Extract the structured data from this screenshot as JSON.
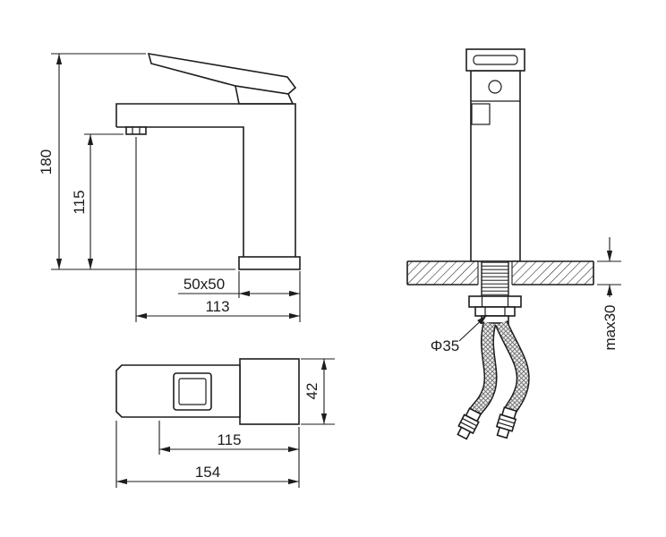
{
  "page": {
    "background": "#ffffff",
    "line_color": "#1d1d1d"
  },
  "views": {
    "side_view": "faucet side elevation",
    "front_view": "faucet front elevation with countertop installation",
    "top_view": "faucet plan view"
  },
  "labels": {
    "overall_height": "180",
    "spout_height": "115",
    "base_size": "50x50",
    "spout_reach": "113",
    "max_mounting_thickness": "max30",
    "hole_diameter": "Φ35",
    "top_view_depth": "42",
    "top_view_inner_length": "115",
    "top_view_overall_length": "154"
  }
}
